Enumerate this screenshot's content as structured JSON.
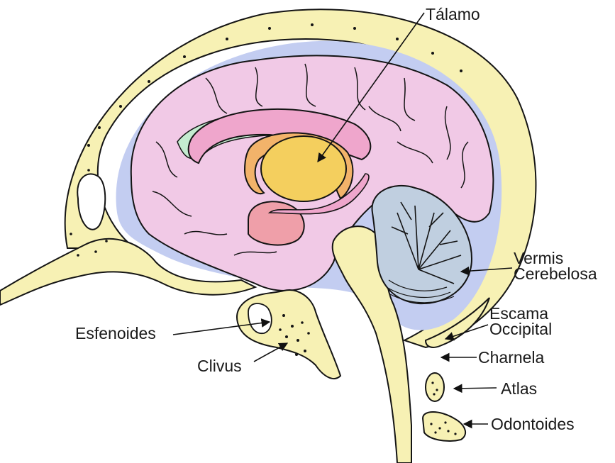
{
  "labels": {
    "talamo": "Tálamo",
    "vermis_1": "Vermis",
    "vermis_2": "Cerebelosa",
    "escama_1": "Escama",
    "escama_2": "Occipital",
    "esfenoides": "Esfenoides",
    "clivus": "Clivus",
    "charnela": "Charnela",
    "atlas": "Atlas",
    "odontoides": "Odontoides"
  },
  "colors": {
    "bone": "#f7f1b4",
    "csf": "#c3cdf1",
    "cortex": "#f1c9e6",
    "callosum": "#efa6cc",
    "fornix": "#f2b36a",
    "thalamus": "#f4cf5e",
    "midbrain": "#ef9fa9",
    "cerebellum": "#c0cfe0",
    "ventricle": "#c4ecd0",
    "outline": "#141414"
  }
}
